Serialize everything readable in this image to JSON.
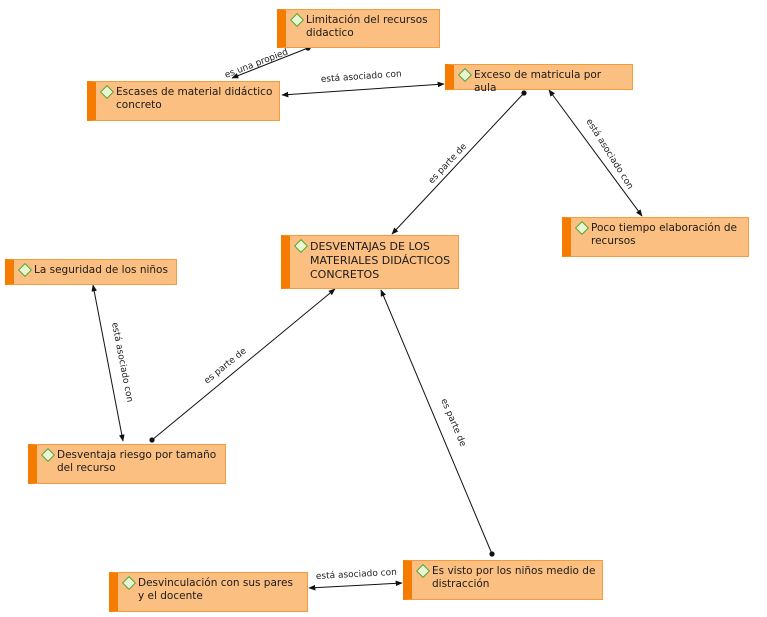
{
  "nodes": {
    "limitacion": "Limitación del recursos didactico",
    "escases": "Escases de material didáctico concreto",
    "exceso": "Exceso de matricula por aula",
    "desventajas": "DESVENTAJAS DE LOS MATERIALES DIDÁCTICOS CONCRETOS",
    "poco_tiempo": "Poco tiempo elaboración de recursos",
    "seguridad": "La seguridad de los niños",
    "riesgo": "Desventaja riesgo por tamaño del recurso",
    "visto": "Es visto por los niños medio de distracción",
    "desvinculacion": "Desvinculación con sus pares y el docente"
  },
  "links": {
    "es_una_propiedad": "es una propied",
    "asociado_escases_exceso": "está asociado con",
    "parte_exceso": "es parte de",
    "asociado_exceso_poco": "está asociado con",
    "asociado_seguridad_riesgo": "está asociado con",
    "parte_riesgo": "es parte de",
    "parte_visto": "es parte de",
    "asociado_desv_visto": "está asociado con"
  },
  "colors": {
    "node_fill": "#fbbf81",
    "node_border": "#f39b3f",
    "node_accent": "#f57c00",
    "icon_border": "#5aa02c",
    "line": "#111111"
  },
  "icons": {
    "node_icon": "diamond-icon"
  }
}
